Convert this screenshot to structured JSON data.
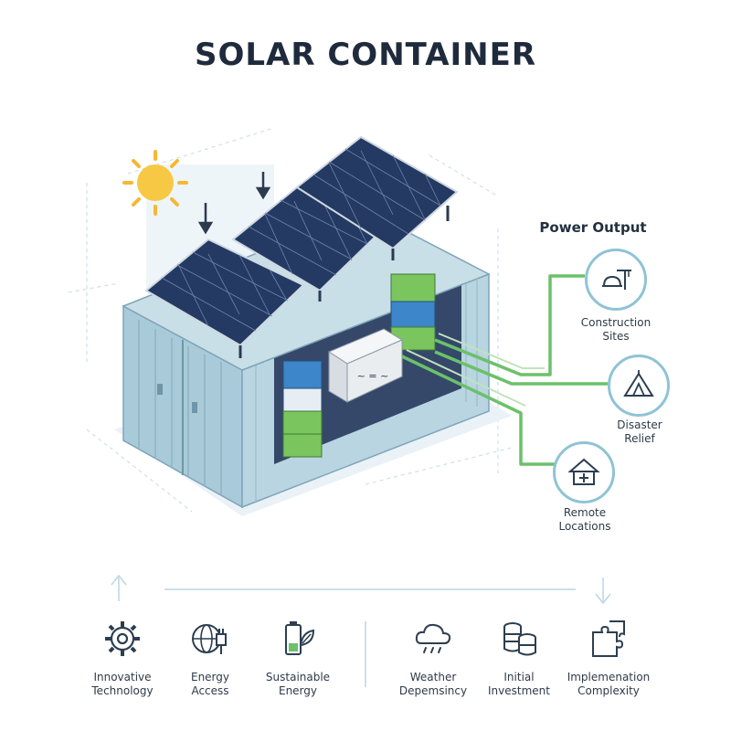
{
  "title": "SOLAR CONTAINER",
  "power_output": {
    "heading": "Power Output",
    "destinations": [
      {
        "label_line1": "Construction",
        "label_line2": "Sites",
        "icon": "construction-icon"
      },
      {
        "label_line1": "Disaster",
        "label_line2": "Relief",
        "icon": "tent-icon"
      },
      {
        "label_line1": "Remote",
        "label_line2": "Locations",
        "icon": "medical-house-icon"
      }
    ]
  },
  "inverter_symbol": "~ = ~",
  "colors": {
    "accent_green": "#6cc16a",
    "battery_blue": "#3c86c9",
    "battery_green": "#7bc55f",
    "container_blue": "#a9cad8",
    "panel_navy": "#243a63",
    "circle_border": "#8fc3d6",
    "sun": "#f7c843"
  },
  "factors": [
    {
      "line1": "Innovative",
      "line2": "Technology",
      "icon": "gear-icon"
    },
    {
      "line1": "Energy",
      "line2": "Access",
      "icon": "globe-plug-icon"
    },
    {
      "line1": "Sustainable",
      "line2": "Energy",
      "icon": "battery-leaf-icon"
    },
    {
      "line1": "Weather",
      "line2": "Depemsincy",
      "icon": "cloud-rain-icon"
    },
    {
      "line1": "Initial",
      "line2": "Investment",
      "icon": "coin-stack-icon"
    },
    {
      "line1": "Implemenation",
      "line2": "Complexity",
      "icon": "puzzle-icon"
    }
  ]
}
